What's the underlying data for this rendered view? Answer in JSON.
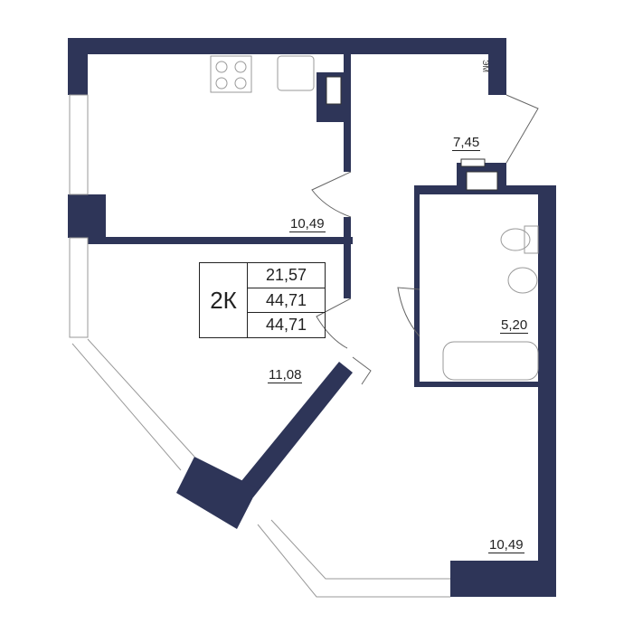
{
  "apartment": {
    "type": "2К",
    "living_area": "21,57",
    "total_area": "44,71",
    "total_area_with_balcony": "44,71"
  },
  "rooms": {
    "kitchen": "10,49",
    "bedroom": "11,08",
    "hall": "7,45",
    "bathroom": "5,20",
    "living_room": "10,49"
  },
  "markers": {
    "electric_panel": "ЭМ"
  },
  "colors": {
    "wall": "#2e3558",
    "line": "#888888"
  }
}
